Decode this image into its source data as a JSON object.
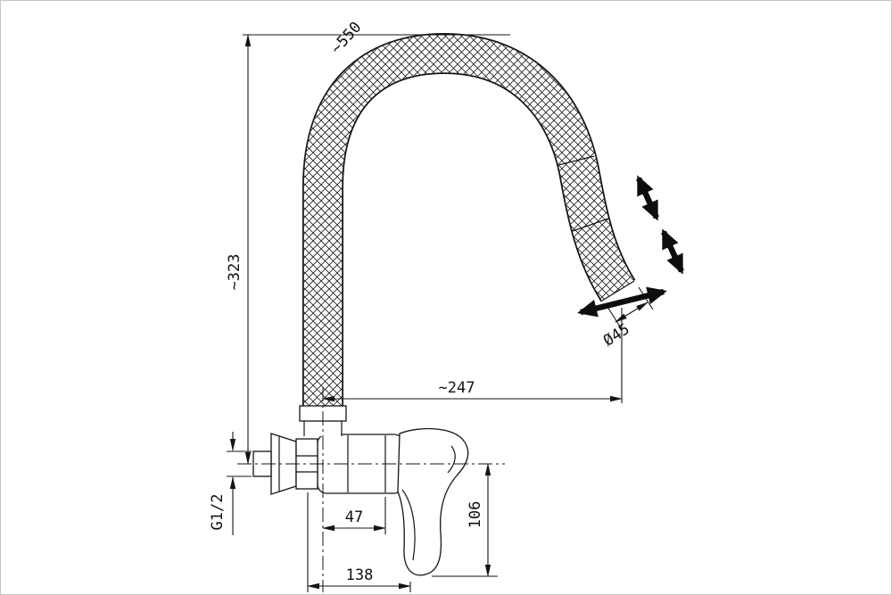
{
  "drawing": {
    "title": "wall-mounted-kitchen-faucet-dimension-drawing",
    "dimensions": {
      "hose_length": "~550",
      "mount_to_top_height": "~323",
      "spout_reach": "~247",
      "spray_head_diameter": "Ø45",
      "inlet_thread": "G1/2",
      "body_offset": "47",
      "handle_drop": "106",
      "overall_depth": "138"
    },
    "colors": {
      "line": "#141414",
      "background": "#ffffff",
      "frame": "#c6c6c6"
    }
  }
}
